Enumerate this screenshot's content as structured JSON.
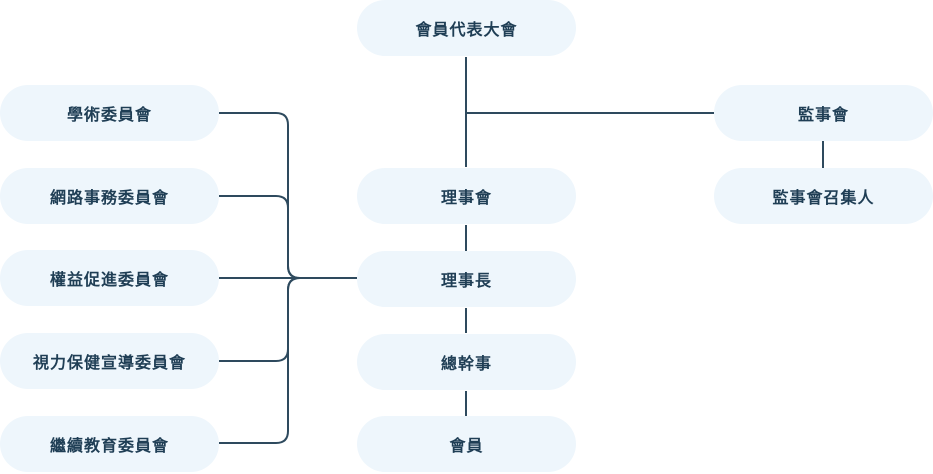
{
  "nodes": {
    "assembly": "會員代表大會",
    "academic": "學術委員會",
    "network": "網路事務委員會",
    "rights": "權益促進委員會",
    "vision": "視力保健宣導委員會",
    "education": "繼續教育委員會",
    "board": "理事會",
    "chairman": "理事長",
    "secretary": "總幹事",
    "members": "會員",
    "supervisors": "監事會",
    "convener": "監事會召集人"
  }
}
